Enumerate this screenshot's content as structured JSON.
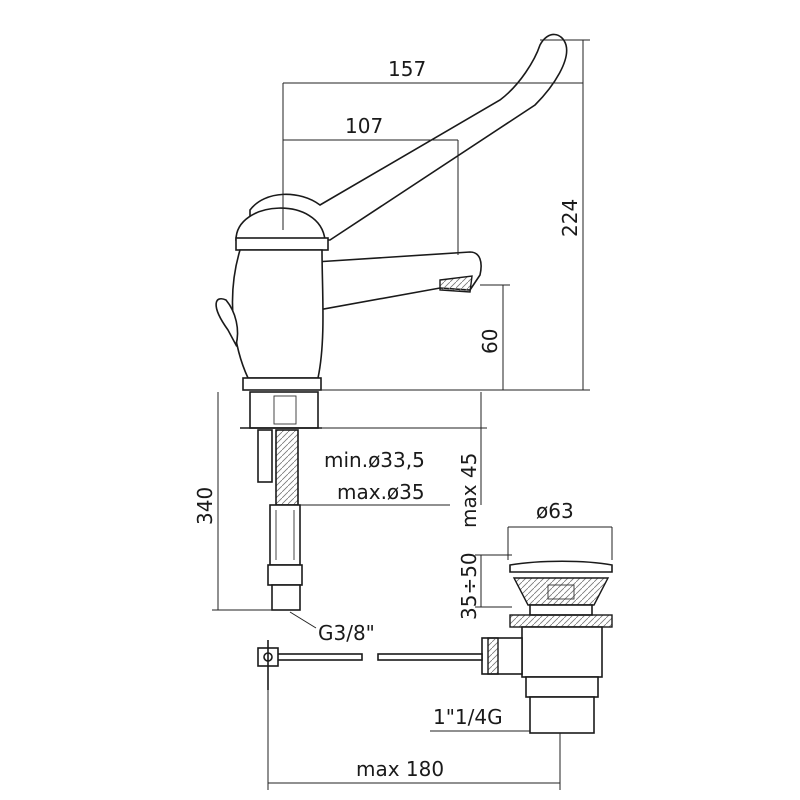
{
  "title": "Faucet technical dimension drawing",
  "colors": {
    "line": "#1a1a1a",
    "background": "#ffffff"
  },
  "dimensions": {
    "lever_reach": "157",
    "spout_reach": "107",
    "total_height": "224",
    "spout_height": "60",
    "hose_length": "340",
    "max_deck_thickness": "max 45",
    "min_hole_diameter": "min.ø33,5",
    "max_hole_diameter": "max.ø35",
    "drain_diameter": "ø63",
    "drain_adjust": "35÷50",
    "hose_thread": "G3/8\"",
    "drain_thread": "1\"1/4G",
    "rod_length": "max 180"
  }
}
